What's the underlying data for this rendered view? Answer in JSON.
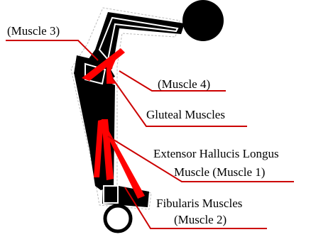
{
  "labels": {
    "muscle3": "(Muscle 3)",
    "muscle4": "(Muscle 4)",
    "gluteal": "Gluteal Muscles",
    "extensor_line1": "Extensor Hallucis Longus",
    "extensor_line2": "Muscle (Muscle 1)",
    "fibularis_line1": "Fibularis Muscles",
    "fibularis_line2": "(Muscle 2)"
  },
  "colors": {
    "body": "#000000",
    "muscle": "#ff0000",
    "leader": "#cc0000",
    "outline": "#ffffff"
  }
}
